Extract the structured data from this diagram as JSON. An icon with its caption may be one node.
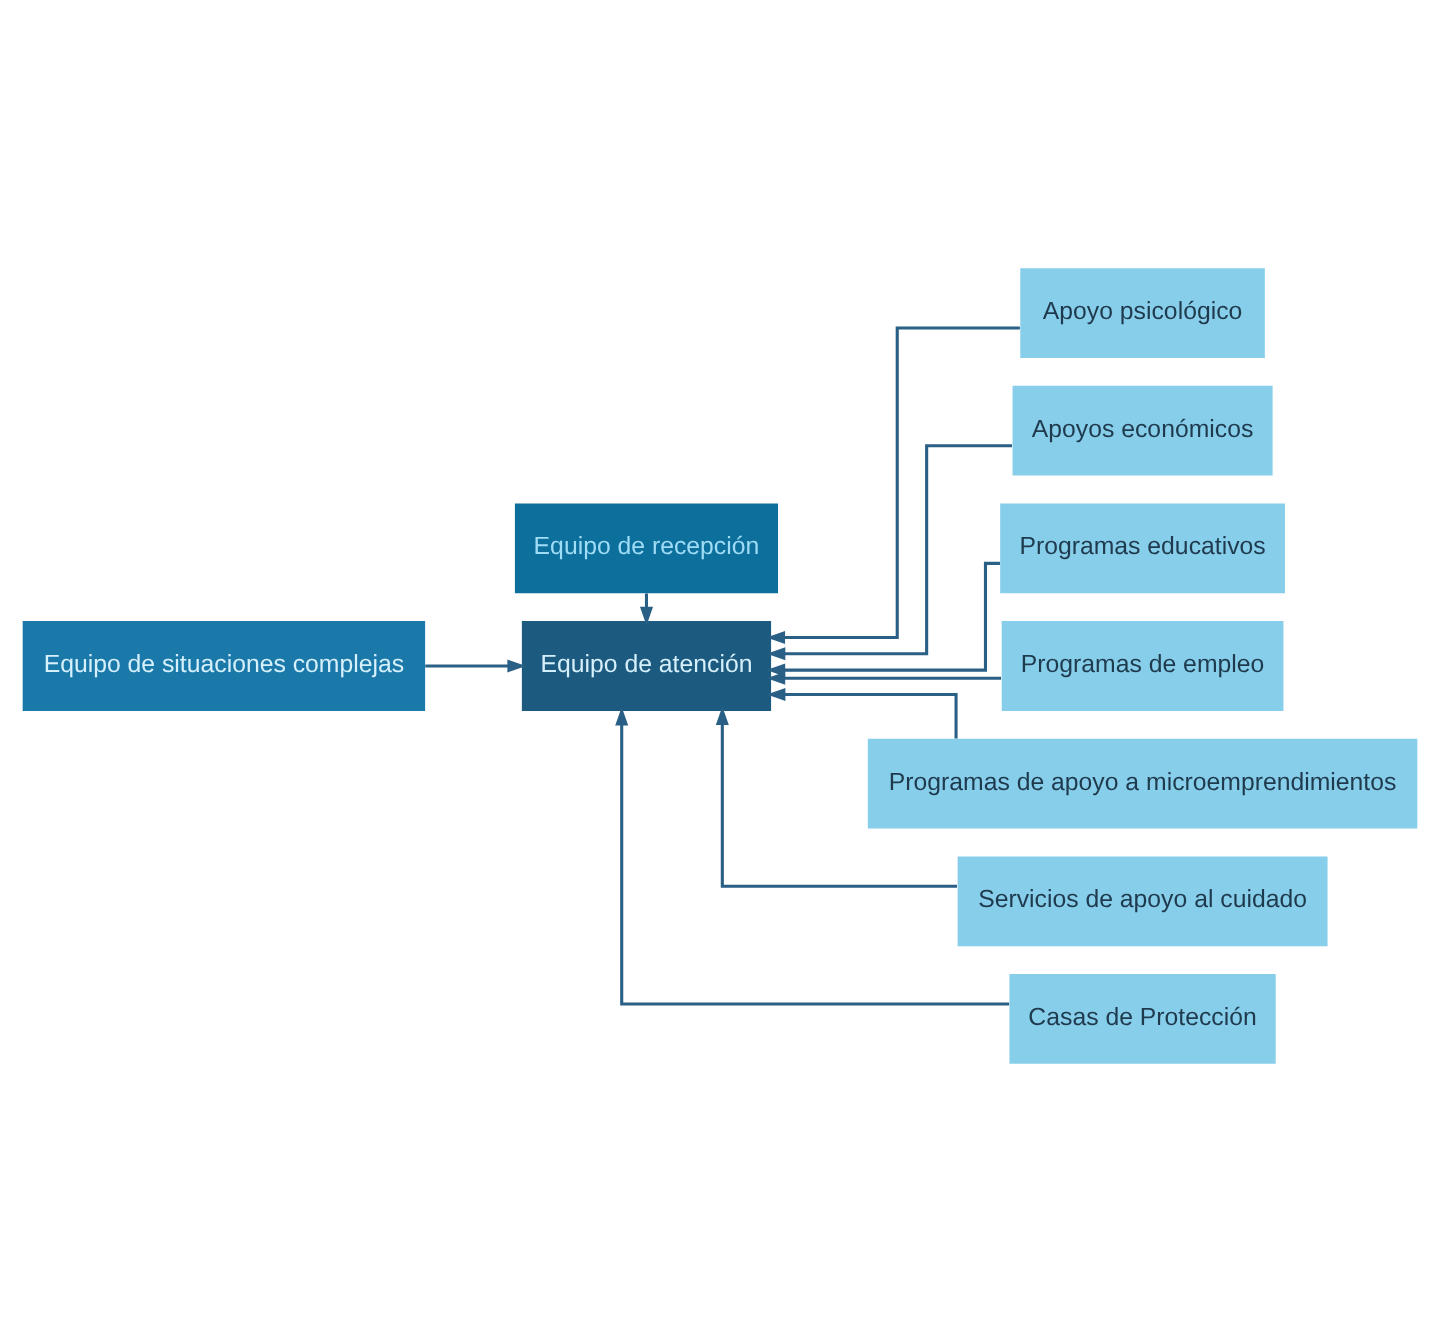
{
  "diagram": {
    "nodes": [
      {
        "text": [
          "Equipo de situaciones complejas"
        ]
      },
      {
        "text": [
          "Equipo de recepción"
        ]
      },
      {
        "text": [
          "Equipo de atención"
        ]
      },
      {
        "text": [
          "Apoyo psicológico"
        ]
      },
      {
        "text": [
          "Apoyos económicos"
        ]
      },
      {
        "text": [
          "Programas educativos"
        ]
      },
      {
        "text": [
          "Programas de empleo"
        ]
      },
      {
        "text": [
          "Programas de apoyo a microemprendimientos"
        ]
      },
      {
        "text": [
          "Servicios de apoyo al cuidado"
        ]
      },
      {
        "text": [
          "Casas de Protección"
        ]
      }
    ],
    "edges": [
      {
        "from": 0,
        "to": 2,
        "arrow": "to"
      },
      {
        "from": 1,
        "to": 2,
        "arrow": "to"
      },
      {
        "from": 3,
        "to": 2,
        "arrow": "to"
      },
      {
        "from": 4,
        "to": 2,
        "arrow": "to"
      },
      {
        "from": 5,
        "to": 2,
        "arrow": "to"
      },
      {
        "from": 6,
        "to": 2,
        "arrow": "to"
      },
      {
        "from": 7,
        "to": 2,
        "arrow": "to"
      },
      {
        "from": 8,
        "to": 2,
        "arrow": "to"
      },
      {
        "from": 9,
        "to": 2,
        "arrow": "to"
      }
    ]
  }
}
